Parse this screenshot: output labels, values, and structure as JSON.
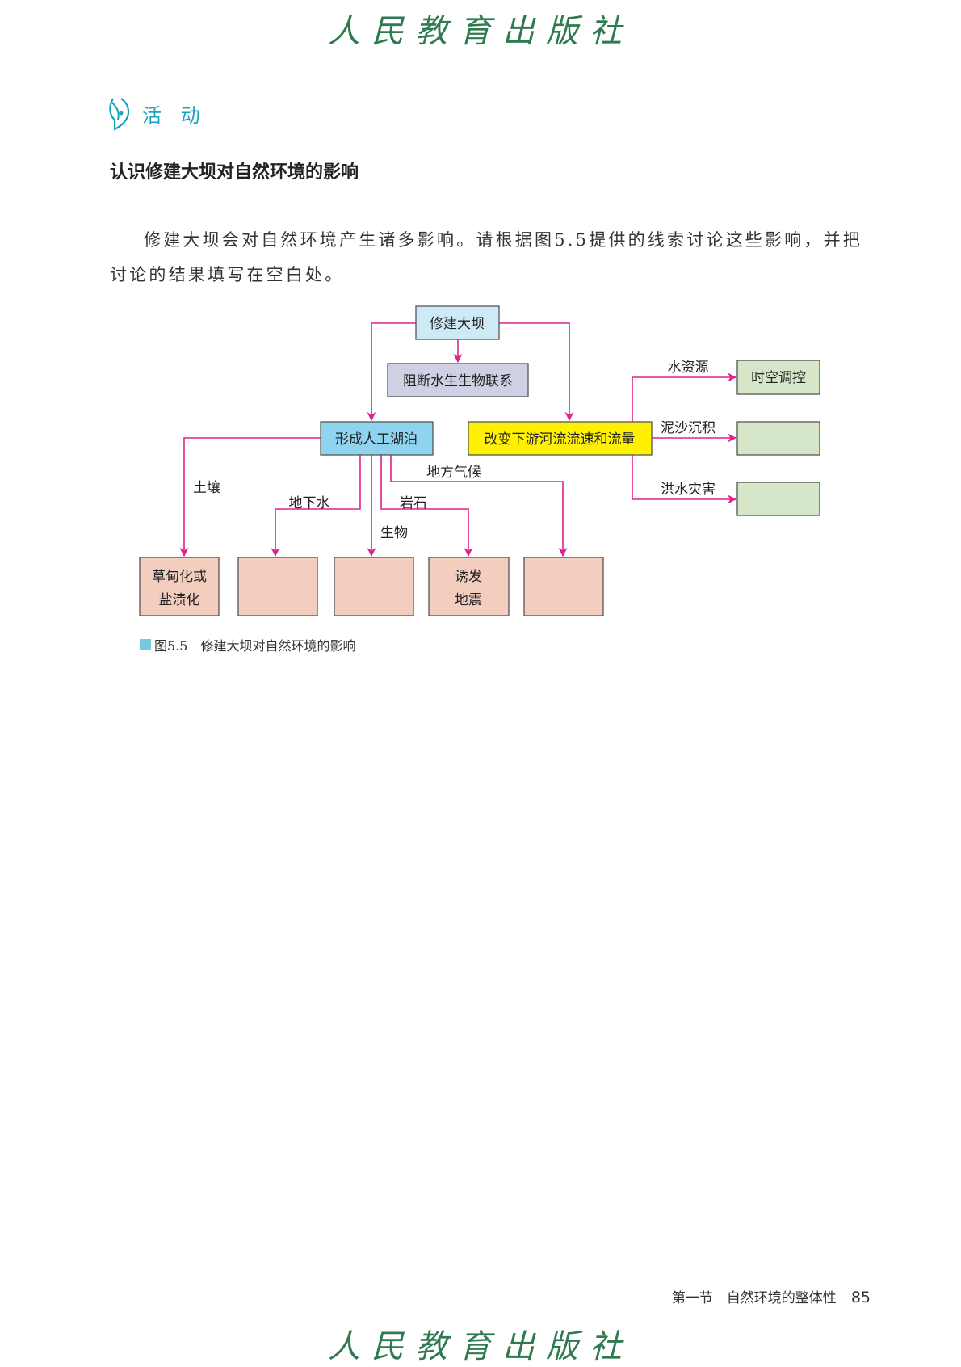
{
  "publisher_logo": "人民教育出版社",
  "activity": {
    "icon": "activity-icon",
    "label": "活 动"
  },
  "heading": "认识修建大坝对自然环境的影响",
  "paragraph": "修建大坝会对自然环境产生诸多影响。请根据图5.5提供的线索讨论这些影响，并把讨论的结果填写在空白处。",
  "diagram": {
    "root": "修建大坝",
    "block": "阻断水生生物联系",
    "lake": "形成人工湖泊",
    "downstream": "改变下游河流流速和流量",
    "right_labels": [
      "水资源",
      "泥沙沉积",
      "洪水灾害"
    ],
    "right_boxes": [
      "时空调控",
      "",
      ""
    ],
    "lake_labels": {
      "soil": "土壤",
      "groundwater": "地下水",
      "biology": "生物",
      "rock": "岩石",
      "climate": "地方气候"
    },
    "bottom_boxes": [
      [
        "草甸化或",
        "盐渍化"
      ],
      [
        "",
        ""
      ],
      [
        "",
        ""
      ],
      [
        "诱发",
        "地震"
      ],
      [
        "",
        ""
      ]
    ],
    "colors": {
      "arrow": "#e3218c",
      "root": "#cfeaf7",
      "block": "#d0d0e4",
      "lake": "#8fd3ef",
      "downstream": "#fff100",
      "green": "#d6e6c9",
      "pink": "#f3cdbe"
    }
  },
  "caption": {
    "figure": "图5.5",
    "text": "修建大坝对自然环境的影响"
  },
  "footer": {
    "section": "第一节　自然环境的整体性",
    "page": "85"
  }
}
